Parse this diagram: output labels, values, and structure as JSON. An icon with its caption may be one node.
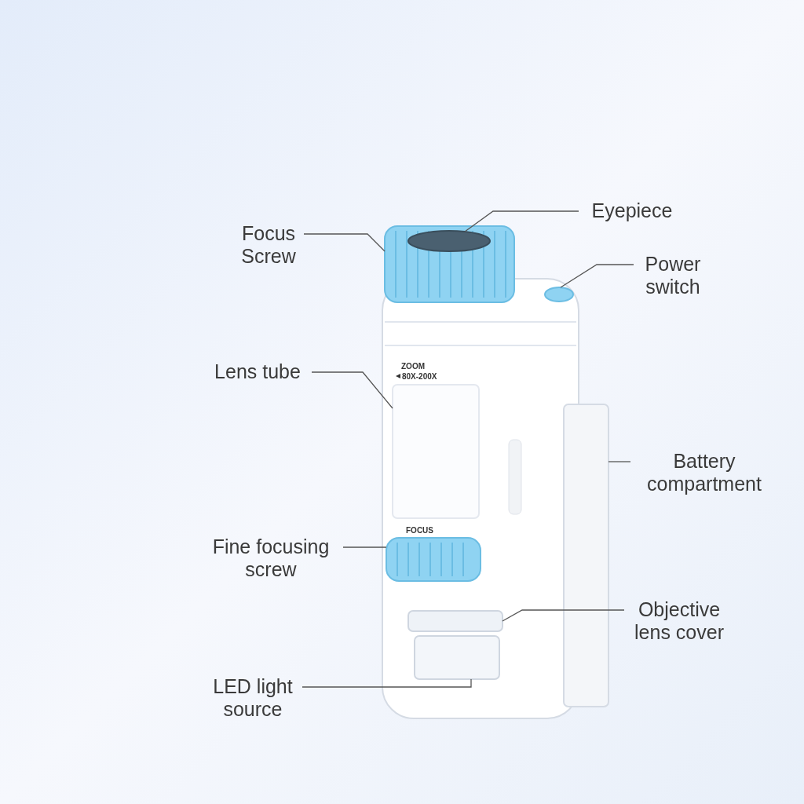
{
  "diagram": {
    "nodes": [
      {
        "text": [
          "Eyepiece"
        ]
      },
      {
        "text": [
          "Focus Screw"
        ]
      },
      {
        "text": [
          "Power switch"
        ]
      },
      {
        "text": [
          "Lens tube"
        ]
      },
      {
        "text": [
          "Battery compartment"
        ]
      },
      {
        "text": [
          "Fine focusing screw"
        ]
      },
      {
        "text": [
          "Objective lens cover"
        ]
      },
      {
        "text": [
          "LED light source"
        ]
      },
      {
        "text": [],
        "shape": "cylinder"
      },
      {
        "text": [],
        "shape": "circle",
        "in": 8
      },
      {
        "text": [],
        "shape": "circle"
      },
      {
        "text": [],
        "shape": "box"
      },
      {
        "text": [],
        "shape": "box"
      },
      {
        "text": [],
        "shape": "cylinder"
      },
      {
        "text": [],
        "shape": "box"
      },
      {
        "text": [],
        "shape": "box"
      }
    ],
    "edges": [
      {
        "from": 0,
        "to": 9,
        "arrow": "none"
      },
      {
        "from": 1,
        "to": 8,
        "arrow": "none"
      },
      {
        "from": 2,
        "to": 10,
        "arrow": "none"
      },
      {
        "from": 3,
        "to": 11,
        "arrow": "none"
      },
      {
        "from": 4,
        "to": 12,
        "arrow": "none"
      },
      {
        "from": 5,
        "to": 13,
        "arrow": "none"
      },
      {
        "from": 6,
        "to": 14,
        "arrow": "none"
      },
      {
        "from": 7,
        "to": 15,
        "arrow": "none"
      }
    ],
    "labels": [
      "ZOOM",
      "80X-200X",
      "FOCUS"
    ]
  }
}
